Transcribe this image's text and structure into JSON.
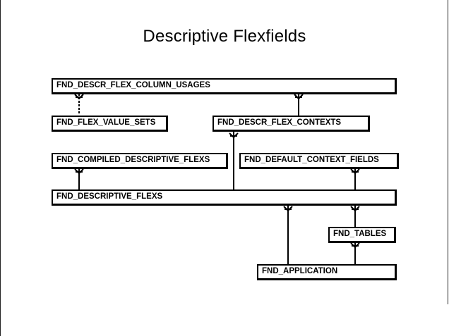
{
  "title": "Descriptive Flexfields",
  "entities": {
    "column_usages": "FND_DESCR_FLEX_COLUMN_USAGES",
    "value_sets": "FND_FLEX_VALUE_SETS",
    "contexts": "FND_DESCR_FLEX_CONTEXTS",
    "compiled": "FND_COMPILED_DESCRIPTIVE_FLEXS",
    "default_context": "FND_DEFAULT_CONTEXT_FIELDS",
    "descriptive_flexs": "FND_DESCRIPTIVE_FLEXS",
    "tables": "FND_TABLES",
    "application": "FND_APPLICATION"
  },
  "relationships": [
    {
      "parent": "FND_FLEX_VALUE_SETS",
      "child": "FND_DESCR_FLEX_COLUMN_USAGES",
      "optional": true
    },
    {
      "parent": "FND_DESCR_FLEX_CONTEXTS",
      "child": "FND_DESCR_FLEX_COLUMN_USAGES",
      "optional": false
    },
    {
      "parent": "FND_DESCRIPTIVE_FLEXS",
      "child": "FND_DESCR_FLEX_CONTEXTS",
      "optional": false
    },
    {
      "parent": "FND_DESCRIPTIVE_FLEXS",
      "child": "FND_COMPILED_DESCRIPTIVE_FLEXS",
      "optional": false
    },
    {
      "parent": "FND_DESCRIPTIVE_FLEXS",
      "child": "FND_DEFAULT_CONTEXT_FIELDS",
      "optional": false
    },
    {
      "parent": "FND_TABLES",
      "child": "FND_DESCRIPTIVE_FLEXS",
      "optional": false
    },
    {
      "parent": "FND_APPLICATION",
      "child": "FND_DESCRIPTIVE_FLEXS",
      "optional": false
    },
    {
      "parent": "FND_APPLICATION",
      "child": "FND_TABLES",
      "optional": false
    }
  ]
}
